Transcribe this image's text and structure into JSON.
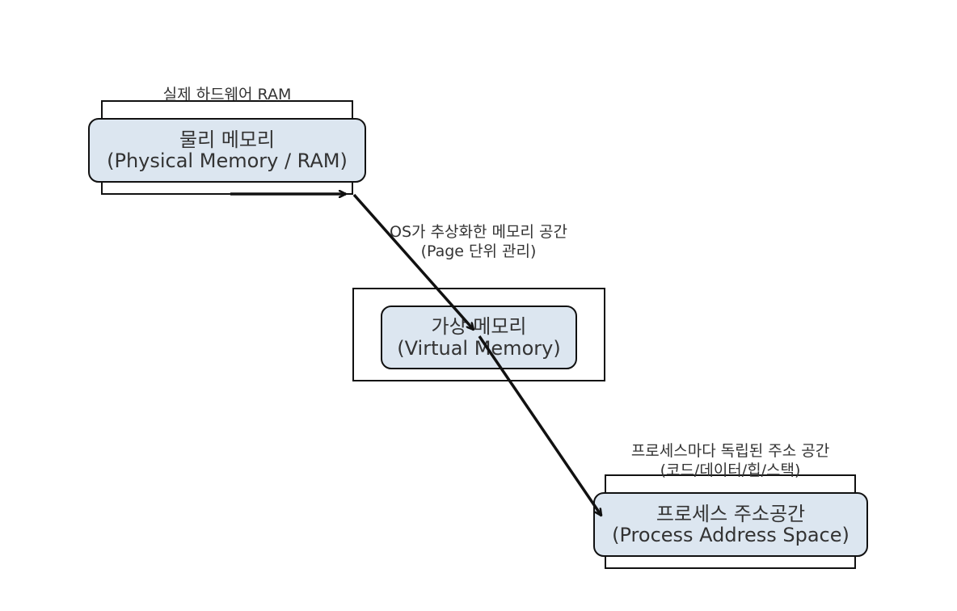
{
  "nodes": {
    "physical": {
      "title": "물리 메모리",
      "subtitle": "(Physical Memory / RAM)"
    },
    "virtual": {
      "title": "가상 메모리",
      "subtitle": "(Virtual Memory)"
    },
    "process": {
      "title": "프로세스 주소공간",
      "subtitle": "(Process Address Space)"
    }
  },
  "annotations": {
    "physical_top": "실제 하드웨어 RAM",
    "edge_line1": "OS가 추상화한 메모리 공간",
    "edge_line2": "(Page 단위 관리)",
    "process_line1": "프로세스마다 독립된 주소 공간",
    "process_line2": "(코드/데이터/힙/스택)"
  },
  "colors": {
    "box_fill": "#dce6f0",
    "stroke": "#111111",
    "text": "#333333"
  }
}
